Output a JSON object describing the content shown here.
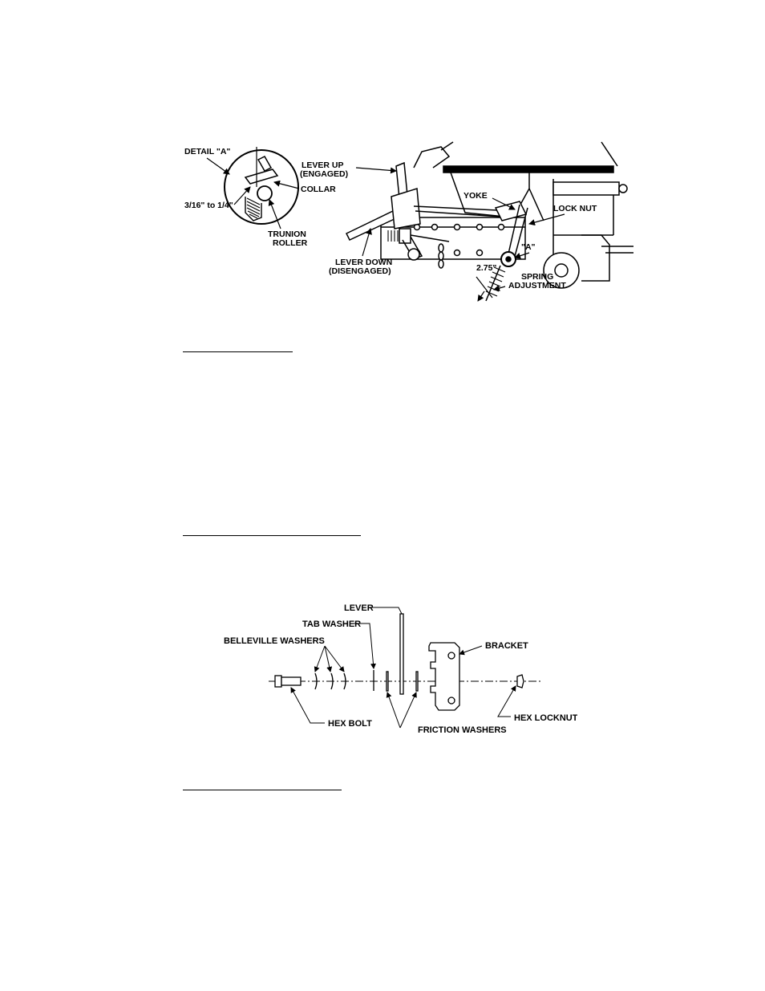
{
  "figure1": {
    "detail": {
      "title": "DETAIL \"A\"",
      "gap": "3/16\" to 1/4\"",
      "collar": "COLLAR",
      "trunion_line1": "TRUNION",
      "trunion_line2": "ROLLER"
    },
    "lever_up_line1": "LEVER UP",
    "lever_up_line2": "(ENGAGED)",
    "lever_down_line1": "LEVER DOWN",
    "lever_down_line2": "(DISENGAGED)",
    "yoke": "YOKE",
    "lock_nut": "LOCK NUT",
    "a_mark": "\"A\"",
    "dimension": "2.75\"",
    "spring_line1": "SPRING",
    "spring_line2": "ADJUSTMENT"
  },
  "figure2": {
    "lever": "LEVER",
    "tab_washer": "TAB WASHER",
    "belleville_washers": "BELLEVILLE WASHERS",
    "bracket": "BRACKET",
    "hex_bolt": "HEX BOLT",
    "friction_washers": "FRICTION WASHERS",
    "hex_locknut": "HEX LOCKNUT"
  }
}
